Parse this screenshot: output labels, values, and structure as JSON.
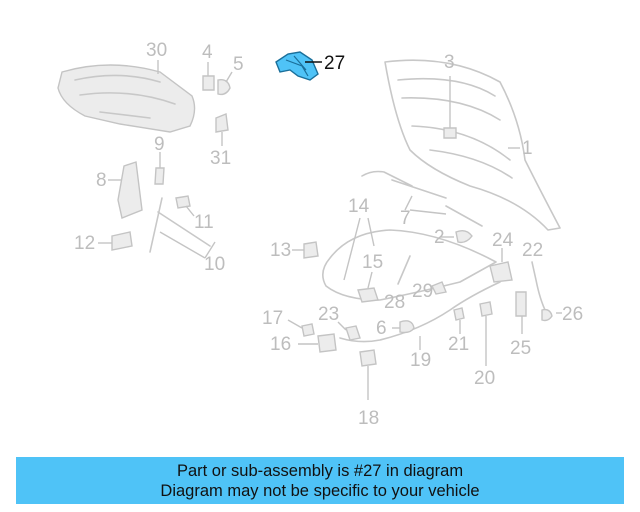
{
  "highlighted_part": "27",
  "highlight_color": "#4fc3f7",
  "labels": [
    "30",
    "4",
    "5",
    "27",
    "3",
    "1",
    "9",
    "31",
    "8",
    "11",
    "12",
    "10",
    "14",
    "7",
    "2",
    "24",
    "22",
    "13",
    "15",
    "28",
    "29",
    "17",
    "23",
    "6",
    "26",
    "16",
    "21",
    "25",
    "19",
    "20",
    "18"
  ],
  "banner": {
    "line1": "Part or sub-assembly is #27 in diagram",
    "line2": "Diagram may not be specific to your vehicle",
    "color": "#4fc3f7"
  }
}
